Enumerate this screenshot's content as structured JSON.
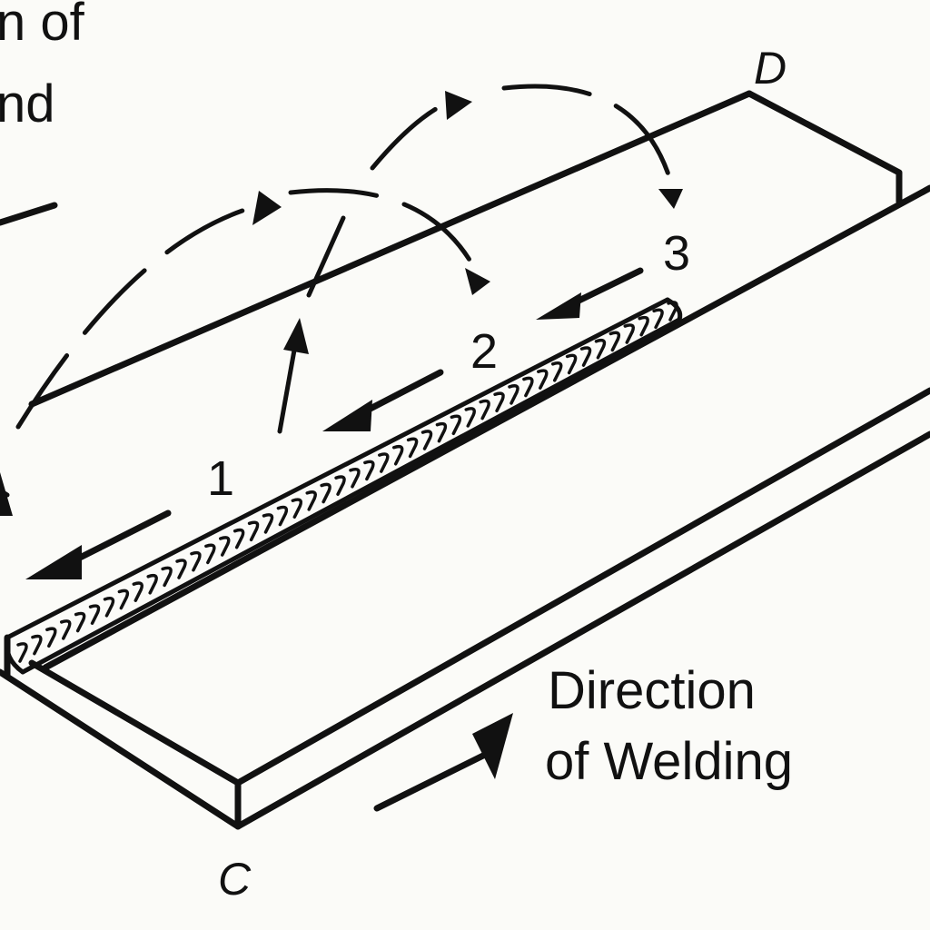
{
  "labels": {
    "top_line_1": "n of",
    "top_line_2": "nd",
    "corner_c": "C",
    "corner_d": "D",
    "step_1": "1",
    "step_2": "2",
    "step_3": "3",
    "direction_line_1": "Direction",
    "direction_line_2": "of Welding"
  }
}
